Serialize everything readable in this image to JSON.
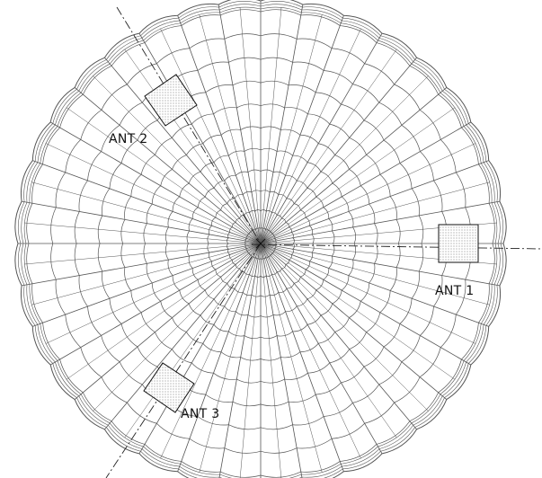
{
  "diagram": {
    "antennas": [
      {
        "id": "ant1",
        "label": "ANT 1"
      },
      {
        "id": "ant2",
        "label": "ANT 2"
      },
      {
        "id": "ant3",
        "label": "ANT 3"
      }
    ],
    "canopy": {
      "gores": 36,
      "rings": 11
    },
    "colors": {
      "line": "#555555",
      "axis": "#222222",
      "fill_dots": "#6a6a6a",
      "background": "#ffffff"
    }
  }
}
